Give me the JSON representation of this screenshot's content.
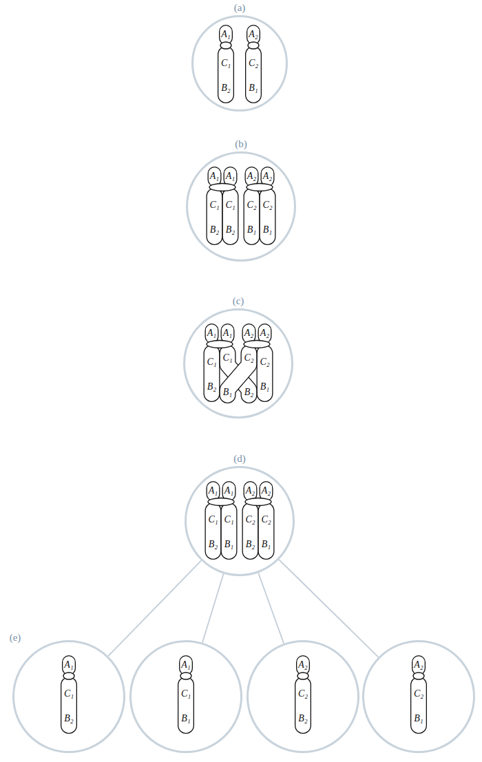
{
  "diagram": {
    "nodes": [
      {
        "text": [
          "(a)",
          "A₁",
          "C₁",
          "B₂",
          "A₂",
          "C₂",
          "B₁"
        ]
      },
      {
        "text": [
          "(b)",
          "A₁",
          "A₁",
          "C₁",
          "C₁",
          "B₂",
          "B₂",
          "A₂",
          "A₂",
          "C₂",
          "C₂",
          "B₁",
          "B₁"
        ]
      },
      {
        "text": [
          "(c)",
          "A₁",
          "A₁",
          "C₁",
          "C₁",
          "B₂",
          "B₂",
          "A₂",
          "A₂",
          "C₂",
          "C₂",
          "B₁",
          "B₁"
        ]
      },
      {
        "text": [
          "(d)",
          "A₁",
          "A₁",
          "C₁",
          "C₁",
          "B₂",
          "B₁",
          "A₂",
          "A₂",
          "C₂",
          "C₂",
          "B₂",
          "B₁"
        ]
      },
      {
        "text": [
          "A₁",
          "C₁",
          "B₂"
        ]
      },
      {
        "text": [
          "A₁",
          "C₁",
          "B₁"
        ]
      },
      {
        "text": [
          "A₂",
          "C₂",
          "B₂"
        ]
      },
      {
        "text": [
          "A₂",
          "C₂",
          "B₁"
        ]
      }
    ],
    "edges": [
      {
        "from": 3,
        "to": 4,
        "arrow": "none"
      },
      {
        "from": 3,
        "to": 5,
        "arrow": "none"
      },
      {
        "from": 3,
        "to": 6,
        "arrow": "none"
      },
      {
        "from": 3,
        "to": 7,
        "arrow": "none"
      }
    ],
    "labels": [
      "(e)"
    ]
  }
}
